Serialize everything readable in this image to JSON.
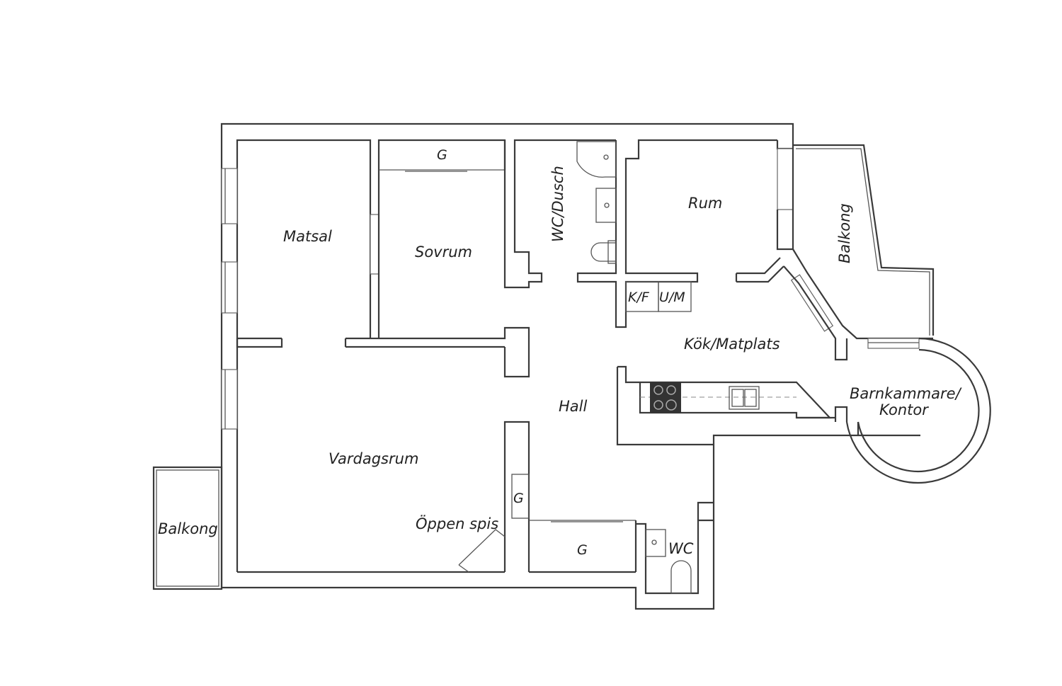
{
  "rooms": {
    "matsal": "Matsal",
    "sovrum": "Sovrum",
    "wc_dusch": "WC/Dusch",
    "rum": "Rum",
    "balkong_right": "Balkong",
    "kf": "K/F",
    "um": "U/M",
    "kok": "Kök/Matplats",
    "barnkammare": "Barnkammare/",
    "kontor": "Kontor",
    "hall": "Hall",
    "vardagsrum": "Vardagsrum",
    "oppen_spis": "Öppen spis",
    "balkong_left": "Balkong",
    "wc": "WC"
  },
  "closets": {
    "sovrum": "G",
    "hall": "G",
    "bottom": "G"
  },
  "colors": {
    "wall": "#3a3a3a",
    "stove": "#333333"
  }
}
